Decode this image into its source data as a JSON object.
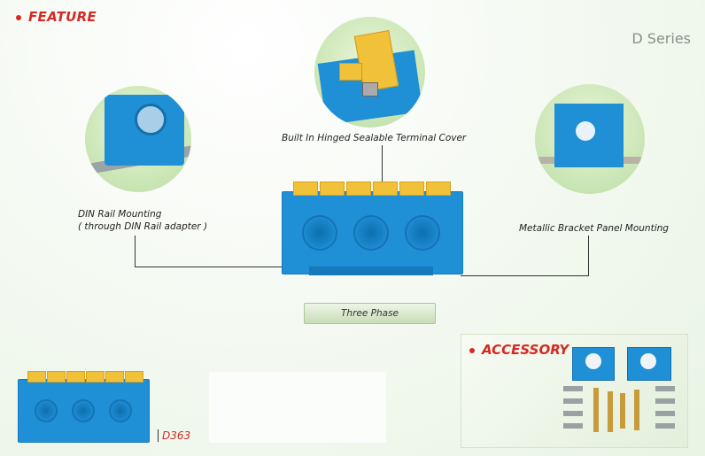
{
  "feature": {
    "title": "FEATURE"
  },
  "series": "D Series",
  "captions": {
    "terminal_cover": "Built In Hinged Sealable Terminal Cover",
    "din_line1": "DIN Rail Mounting",
    "din_line2": "( through DIN Rail adapter )",
    "bracket": "Metallic Bracket Panel Mounting"
  },
  "phase_button": "Three Phase",
  "model": "D363",
  "accessory": {
    "title": "ACCESSORY"
  },
  "colors": {
    "accent_red": "#d42a24",
    "product_blue": "#1f8fd6",
    "terminal_yellow": "#f2c13a",
    "bubble_green": "#c9e5b4"
  }
}
